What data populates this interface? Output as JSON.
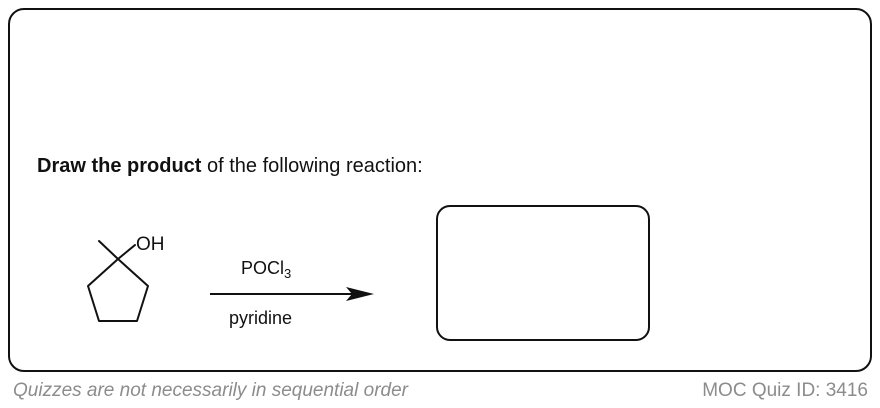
{
  "quiz": {
    "prompt_bold": "Draw the product",
    "prompt_rest": " of the following reaction:",
    "reactant": {
      "hydroxyl_label": "OH"
    },
    "reagents": {
      "above_arrow_main": "POCl",
      "above_arrow_subscript": "3",
      "below_arrow": "pyridine"
    },
    "answer_box": {
      "value": ""
    }
  },
  "footer": {
    "disclaimer": "Quizzes are not necessarily in sequential order",
    "quiz_id": "MOC Quiz ID: 3416"
  },
  "colors": {
    "ink": "#111111",
    "footer_gray": "#8c8c8c",
    "background": "#ffffff"
  }
}
